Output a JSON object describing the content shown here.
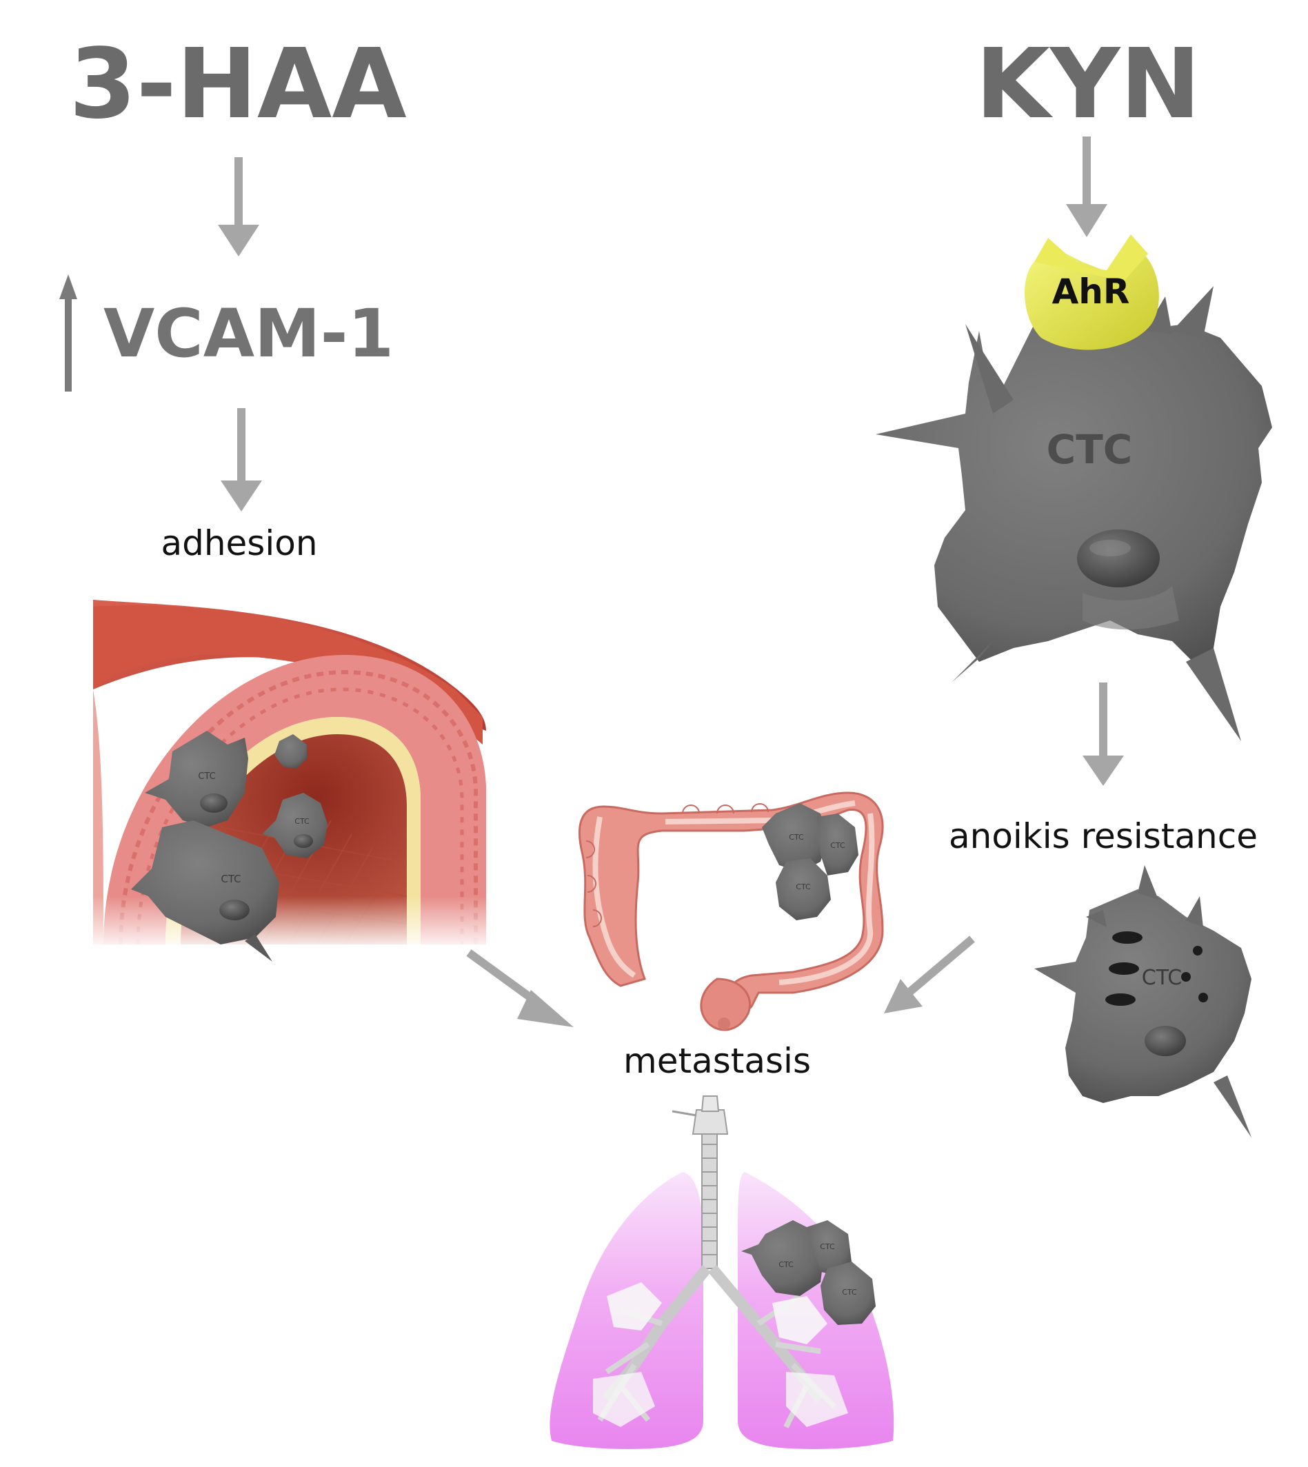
{
  "labels": {
    "haa": "3-HAA",
    "kyn": "KYN",
    "vcam": "VCAM-1",
    "ahr": "AhR",
    "ctc_main": "CTC",
    "adhesion": "adhesion",
    "anoikis": "anoikis resistance",
    "metastasis": "metastasis",
    "ctc_small": "CTC"
  },
  "colors": {
    "arrow": "#a6a6a6",
    "title_text": "#6b6b6b",
    "cell": "#6e6e6e",
    "cell_dark": "#3f3f3f",
    "ahr": "#e2e24a",
    "vessel_outer": "#c8493a",
    "vessel_wall": "#e58a86",
    "vessel_yellow": "#f4e3a0",
    "colon": "#e8948a",
    "lung": "#ea8ef0"
  },
  "icons": [
    "up-arrow-icon",
    "down-arrow-icon",
    "diagonal-arrow-icon"
  ]
}
